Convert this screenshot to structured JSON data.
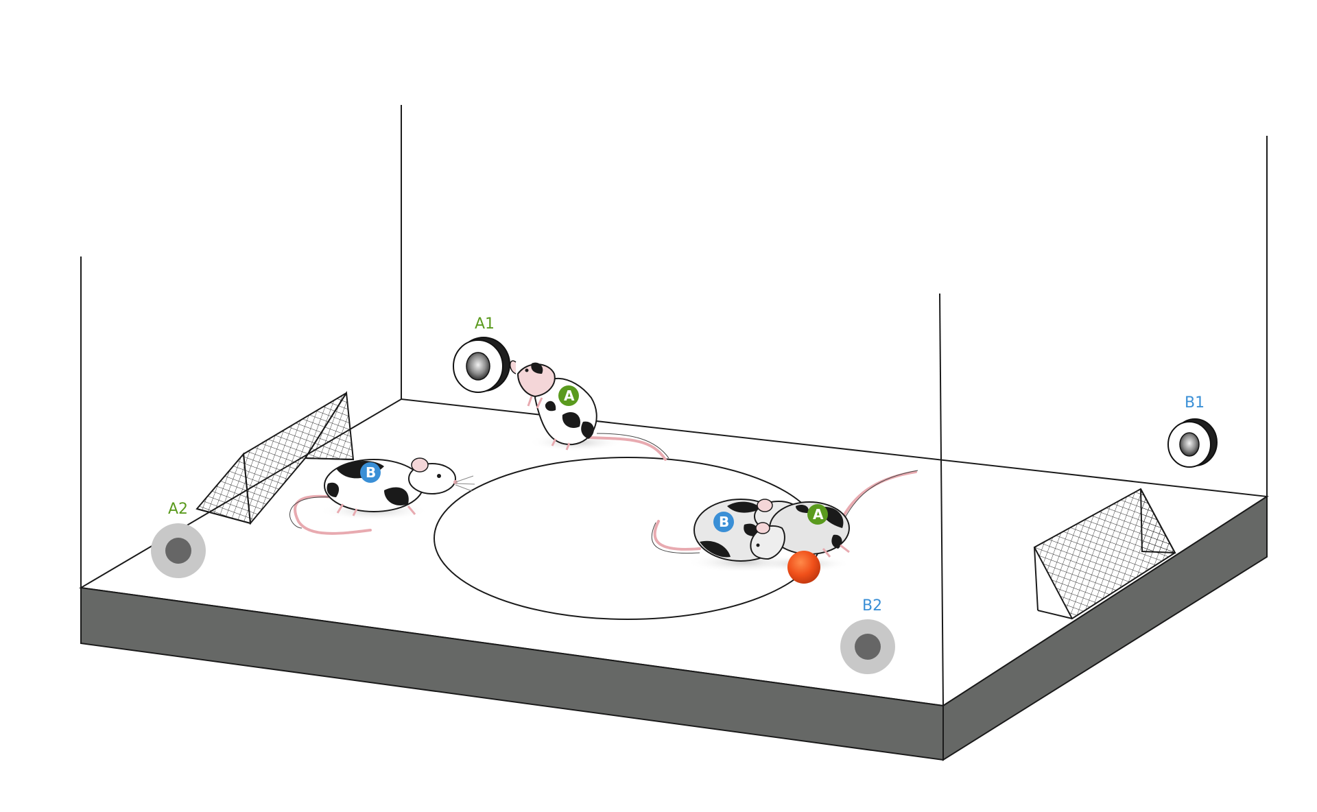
{
  "colors": {
    "team_a": "#5a9a1e",
    "team_b": "#3a8fd6",
    "ball": "#f0501a",
    "base_front": "#666866",
    "outline": "#1a1a1a"
  },
  "ports": [
    {
      "id": "A1",
      "label": "A1",
      "team": "a",
      "style": "wall"
    },
    {
      "id": "A2",
      "label": "A2",
      "team": "a",
      "style": "floor"
    },
    {
      "id": "B1",
      "label": "B1",
      "team": "b",
      "style": "wall"
    },
    {
      "id": "B2",
      "label": "B2",
      "team": "b",
      "style": "floor"
    }
  ],
  "mice": [
    {
      "id": "mouse-a-rearing",
      "badge": "A",
      "team": "a"
    },
    {
      "id": "mouse-b-left",
      "badge": "B",
      "team": "b"
    },
    {
      "id": "mouse-b-center",
      "badge": "B",
      "team": "b"
    },
    {
      "id": "mouse-a-center",
      "badge": "A",
      "team": "a"
    }
  ]
}
